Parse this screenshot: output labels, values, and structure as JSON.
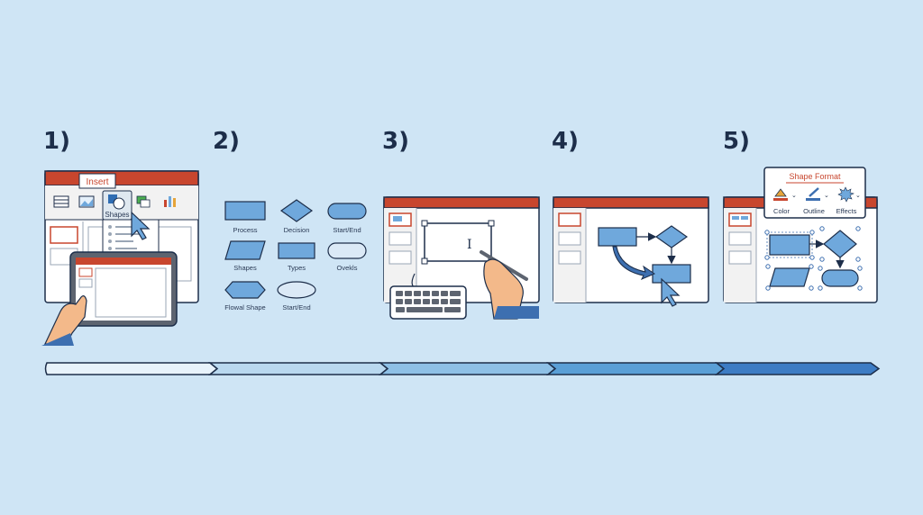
{
  "steps": [
    {
      "number": "1)"
    },
    {
      "number": "2)"
    },
    {
      "number": "3)"
    },
    {
      "number": "4)"
    },
    {
      "number": "5)"
    }
  ],
  "step1": {
    "tab_label": "Insert",
    "shapes_button_label": "Shapes"
  },
  "step2": {
    "shape_labels": [
      "Process",
      "Decision",
      "Start/End",
      "Shapes",
      "Types",
      "Ovekls",
      "Flowal Shape",
      "Start/End"
    ]
  },
  "step5": {
    "panel_title": "Shape Format",
    "buttons": [
      "Color",
      "Outline",
      "Effects"
    ]
  },
  "colors": {
    "background": "#cfe5f5",
    "accent_red": "#c8462e",
    "shape_blue": "#6fa8dc",
    "outline_navy": "#1d2e4a",
    "skin": "#f3b98a"
  }
}
